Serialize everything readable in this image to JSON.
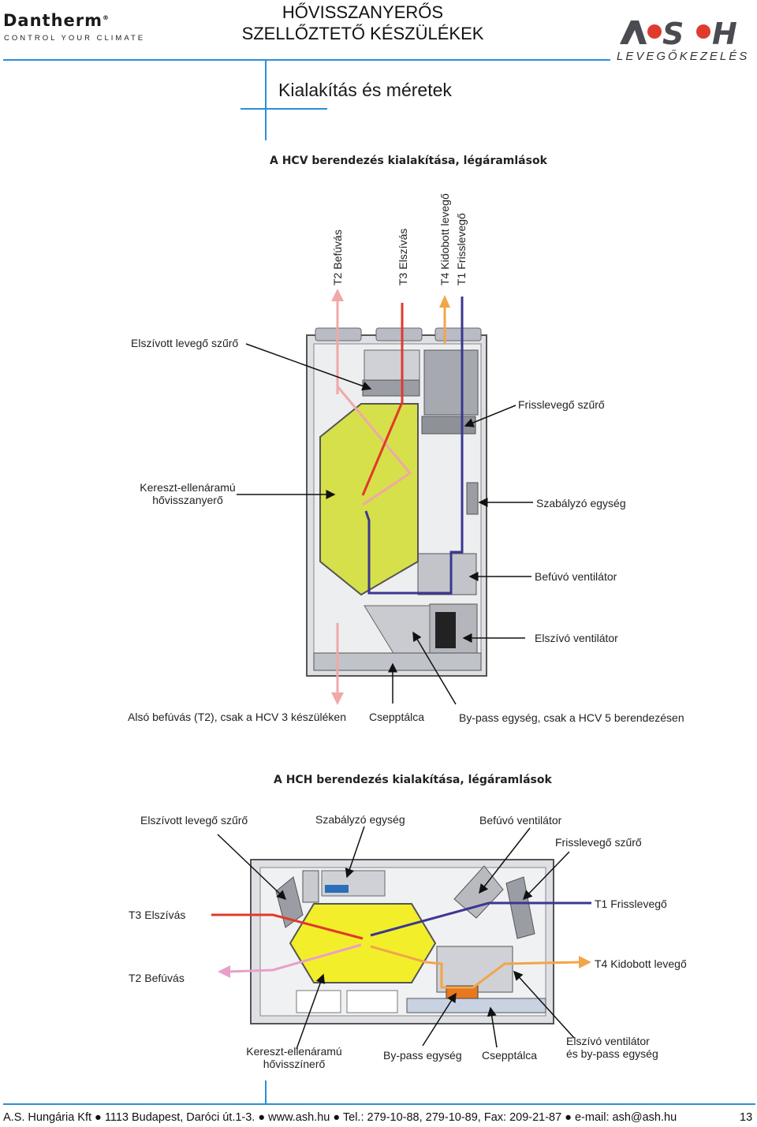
{
  "header": {
    "brand_left": "Dantherm",
    "brand_left_tagline": "CONTROL YOUR CLIMATE",
    "title_line1": "HŐVISSZANYERŐS",
    "title_line2": "SZELLŐZTETŐ KÉSZÜLÉKEK",
    "brand_right": "ASH",
    "brand_right_tagline": "LEVEGŐKEZELÉS"
  },
  "section_title": "Kialakítás és méretek",
  "figure1": {
    "title": "A HCV berendezés kialakítása, légáramlások",
    "labels": {
      "t2": "T2 Befúvás",
      "t3": "T3 Elszívás",
      "t4": "T4 Kidobott levegő",
      "t1": "T1 Frisslevegő",
      "extract_filter": "Elszívott levegő szűrő",
      "fresh_filter": "Frisslevegő szűrő",
      "exchanger_line1": "Kereszt-ellenáramú",
      "exchanger_line2": "hővisszanyerő",
      "control_unit": "Szabályzó egység",
      "supply_fan": "Befúvó ventilátor",
      "extract_fan": "Elszívó ventilátor",
      "bottom_supply": "Alsó befúvás (T2), csak a HCV 3 készüléken",
      "drip_tray": "Csepptálca",
      "bypass": "By-pass egység, csak a HCV 5 berendezésen"
    }
  },
  "figure2": {
    "title": "A HCH berendezés kialakítása, légáramlások",
    "labels": {
      "extract_filter": "Elszívott levegő szűrő",
      "control_unit": "Szabályzó egység",
      "supply_fan": "Befúvó ventilátor",
      "fresh_filter": "Frisslevegő szűrő",
      "t3": "T3 Elszívás",
      "t1": "T1 Frisslevegő",
      "t2": "T2 Befúvás",
      "t4": "T4 Kidobott levegő",
      "exchanger_line1": "Kereszt-ellenáramú",
      "exchanger_line2": "hővisszínerő",
      "bypass": "By-pass egység",
      "drip_tray": "Csepptálca",
      "extract_fan_line1": "Elszívó ventilátor",
      "extract_fan_line2": "és by-pass egység"
    }
  },
  "footer": {
    "text": "A.S. Hungária Kft ● 1113 Budapest, Daróci út.1-3. ● www.ash.hu ● Tel.: 279-10-88, 279-10-89, Fax: 209-21-87 ● e-mail: ash@ash.hu",
    "page_number": "13"
  },
  "colors": {
    "accent_blue": "#2a8fd4",
    "exchanger_yellow": "#d6e04a",
    "exchanger_yellow2": "#f3ee2a",
    "supply_pink": "#f0a8a8",
    "extract_red": "#e0392b",
    "exhaust_orange": "#f2a54a",
    "fresh_navy": "#3b3791"
  }
}
